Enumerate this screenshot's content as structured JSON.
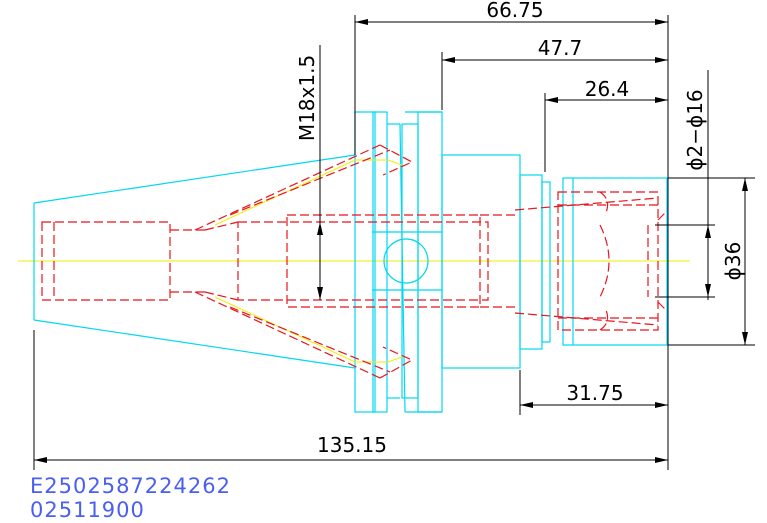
{
  "dimensions": {
    "overall_length": "135.15",
    "length_66": "66.75",
    "length_47": "47.7",
    "length_26": "26.4",
    "length_31": "31.75",
    "thread": "M18x1.5",
    "hole_spec": "ϕ2−ϕ16",
    "diameter": "ϕ36"
  },
  "footer": {
    "code_1": "E2502587224262",
    "code_2": "02511900"
  },
  "colors": {
    "outline": "#00d8f0",
    "hidden": "#e8141c",
    "centerline": "#f2ee00",
    "dimension": "#000000",
    "code_text": "#4a5ff0"
  }
}
